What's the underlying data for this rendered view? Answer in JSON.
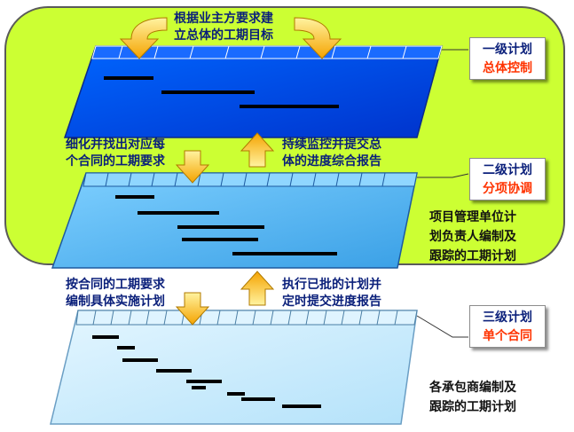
{
  "diagram": {
    "levels": [
      {
        "line1": "一级计划",
        "line2": "总体控制"
      },
      {
        "line1": "二级计划",
        "line2": "分项协调"
      },
      {
        "line1": "三级计划",
        "line2": "单个合同"
      }
    ],
    "arrow_labels": {
      "top": "根据业主方要求建\n立总体的工期目标",
      "left_mid": "细化并找出对应每\n个合同的工期要求",
      "right_mid": "持续监控并提交总\n体的进度综合报告",
      "left_low": "按合同的工期要求\n编制具体实施计划",
      "right_low": "执行已批的计划并\n定时提交进度报告"
    },
    "notes": {
      "project_mgmt": "项目管理单位计\n划负责人编制及\n跟踪的工期计划",
      "contractors": "各承包商编制及\n跟踪的工期计划"
    },
    "colors": {
      "outer_fill": "#ccff33",
      "plane1": "#0055ee",
      "plane2": "#55b8f0",
      "plane3": "#c8ecfd",
      "arrow": "#ffd84a",
      "bar": "#000000",
      "text_blue": "#0a1f7a",
      "text_red": "#ff3300"
    }
  }
}
